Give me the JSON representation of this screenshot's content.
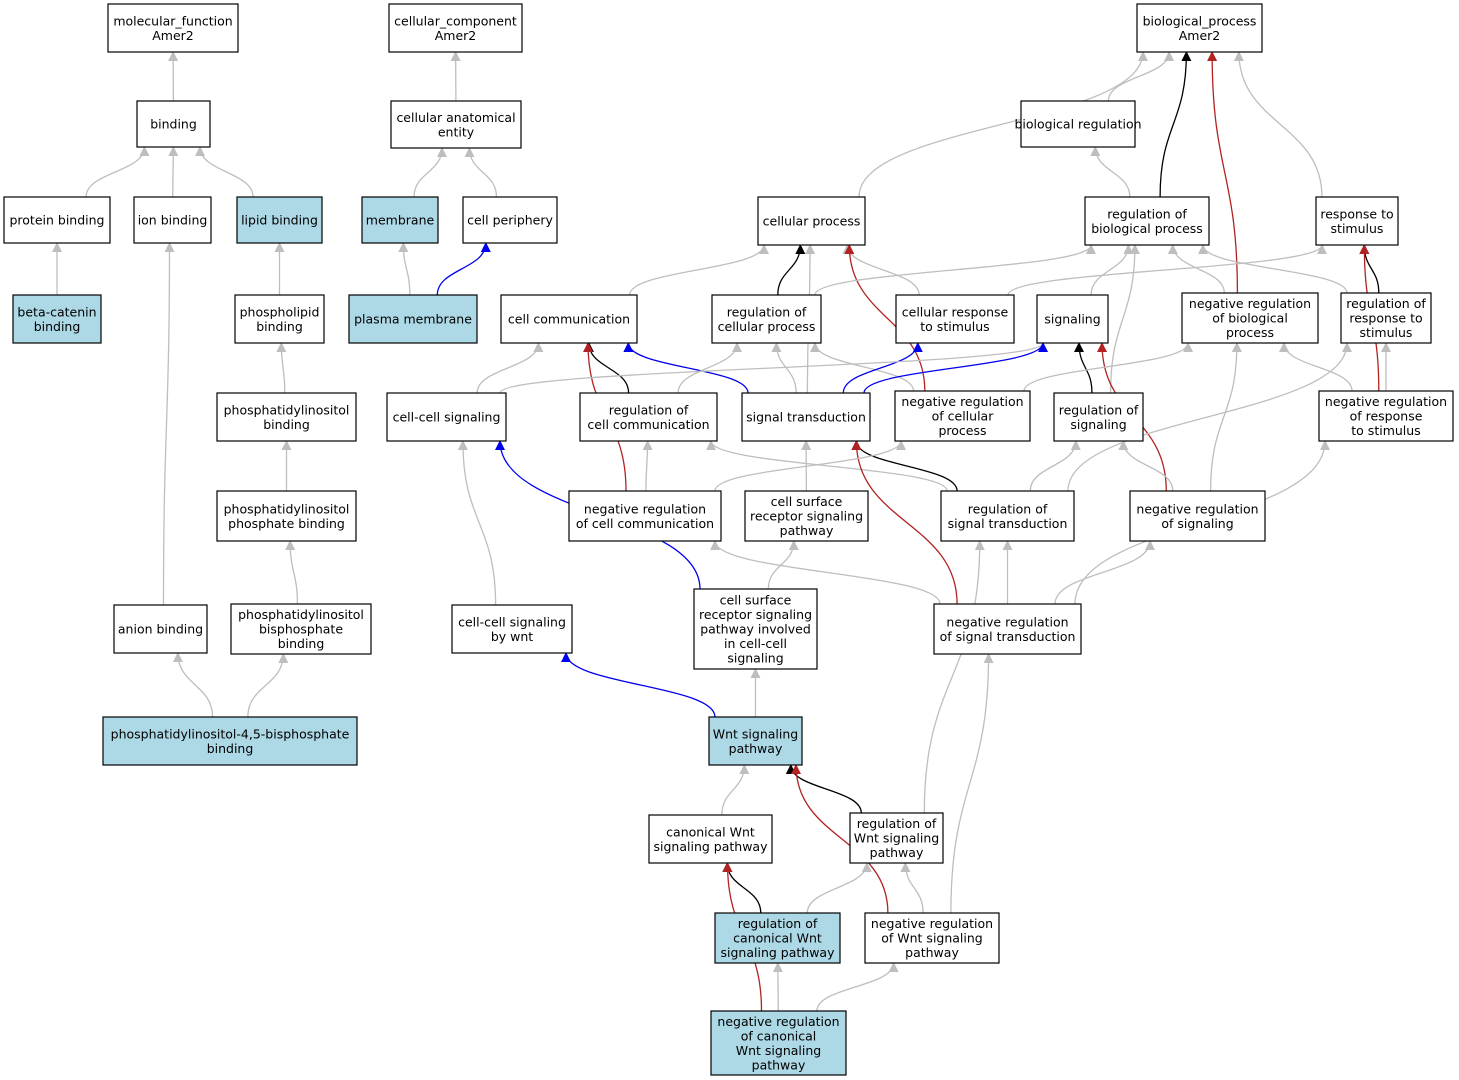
{
  "colors": {
    "highlight": "#add8e6",
    "plain": "#ffffff",
    "edge_is_a": "#bebebe",
    "edge_regulates": "#000000",
    "edge_negatively_regulates": "#b22222",
    "edge_part_of": "#0000ee"
  },
  "nodes": [
    {
      "id": "mf",
      "lines": [
        "molecular_function",
        "Amer2"
      ],
      "highlight": false
    },
    {
      "id": "cc",
      "lines": [
        "cellular_component",
        "Amer2"
      ],
      "highlight": false
    },
    {
      "id": "bp",
      "lines": [
        "biological_process",
        "Amer2"
      ],
      "highlight": false
    },
    {
      "id": "binding",
      "lines": [
        "binding"
      ],
      "highlight": false
    },
    {
      "id": "cae",
      "lines": [
        "cellular anatomical",
        "entity"
      ],
      "highlight": false
    },
    {
      "id": "biolreg",
      "lines": [
        "biological regulation"
      ],
      "highlight": false
    },
    {
      "id": "protbind",
      "lines": [
        "protein binding"
      ],
      "highlight": false
    },
    {
      "id": "ionbind",
      "lines": [
        "ion binding"
      ],
      "highlight": false
    },
    {
      "id": "lipidbind",
      "lines": [
        "lipid binding"
      ],
      "highlight": true
    },
    {
      "id": "membrane",
      "lines": [
        "membrane"
      ],
      "highlight": true
    },
    {
      "id": "cellperiph",
      "lines": [
        "cell periphery"
      ],
      "highlight": false
    },
    {
      "id": "cellproc",
      "lines": [
        "cellular process"
      ],
      "highlight": false
    },
    {
      "id": "regbp",
      "lines": [
        "regulation of",
        "biological process"
      ],
      "highlight": false
    },
    {
      "id": "respstim",
      "lines": [
        "response to",
        "stimulus"
      ],
      "highlight": false
    },
    {
      "id": "betacat",
      "lines": [
        "beta-catenin",
        "binding"
      ],
      "highlight": true
    },
    {
      "id": "phospholipid",
      "lines": [
        "phospholipid",
        "binding"
      ],
      "highlight": false
    },
    {
      "id": "plasmamem",
      "lines": [
        "plasma membrane"
      ],
      "highlight": true
    },
    {
      "id": "cellcomm",
      "lines": [
        "cell communication"
      ],
      "highlight": false
    },
    {
      "id": "regcellproc",
      "lines": [
        "regulation of",
        "cellular process"
      ],
      "highlight": false
    },
    {
      "id": "cellresp",
      "lines": [
        "cellular response",
        "to stimulus"
      ],
      "highlight": false
    },
    {
      "id": "signaling",
      "lines": [
        "signaling"
      ],
      "highlight": false
    },
    {
      "id": "negregbp",
      "lines": [
        "negative regulation",
        "of biological",
        "process"
      ],
      "highlight": false
    },
    {
      "id": "regresp",
      "lines": [
        "regulation of",
        "response to",
        "stimulus"
      ],
      "highlight": false
    },
    {
      "id": "pibind",
      "lines": [
        "phosphatidylinositol",
        "binding"
      ],
      "highlight": false
    },
    {
      "id": "ccsig",
      "lines": [
        "cell-cell signaling"
      ],
      "highlight": false
    },
    {
      "id": "regcellcomm",
      "lines": [
        "regulation of",
        "cell communication"
      ],
      "highlight": false
    },
    {
      "id": "sigtrans",
      "lines": [
        "signal transduction"
      ],
      "highlight": false
    },
    {
      "id": "negregcellproc",
      "lines": [
        "negative regulation",
        "of cellular",
        "process"
      ],
      "highlight": false
    },
    {
      "id": "regsig",
      "lines": [
        "regulation of",
        "signaling"
      ],
      "highlight": false
    },
    {
      "id": "negregresp",
      "lines": [
        "negative regulation",
        "of response",
        "to stimulus"
      ],
      "highlight": false
    },
    {
      "id": "pipbind",
      "lines": [
        "phosphatidylinositol",
        "phosphate binding"
      ],
      "highlight": false
    },
    {
      "id": "negregcellcomm",
      "lines": [
        "negative regulation",
        "of cell communication"
      ],
      "highlight": false
    },
    {
      "id": "csrsp",
      "lines": [
        "cell surface",
        "receptor signaling",
        "pathway"
      ],
      "highlight": false
    },
    {
      "id": "regsigtrans",
      "lines": [
        "regulation of",
        "signal transduction"
      ],
      "highlight": false
    },
    {
      "id": "negregsig",
      "lines": [
        "negative regulation",
        "of signaling"
      ],
      "highlight": false
    },
    {
      "id": "anionbind",
      "lines": [
        "anion binding"
      ],
      "highlight": false
    },
    {
      "id": "pi2pbind",
      "lines": [
        "phosphatidylinositol",
        "bisphosphate",
        "binding"
      ],
      "highlight": false
    },
    {
      "id": "ccsigwnt",
      "lines": [
        "cell-cell signaling",
        "by wnt"
      ],
      "highlight": false
    },
    {
      "id": "csrspcc",
      "lines": [
        "cell surface",
        "receptor signaling",
        "pathway involved",
        "in cell-cell",
        "signaling"
      ],
      "highlight": false
    },
    {
      "id": "negregsigtrans",
      "lines": [
        "negative regulation",
        "of signal transduction"
      ],
      "highlight": false
    },
    {
      "id": "pi45",
      "lines": [
        "phosphatidylinositol-4,5-bisphosphate",
        "binding"
      ],
      "highlight": true
    },
    {
      "id": "wnt",
      "lines": [
        "Wnt signaling",
        "pathway"
      ],
      "highlight": true
    },
    {
      "id": "canwnt",
      "lines": [
        "canonical Wnt",
        "signaling pathway"
      ],
      "highlight": false
    },
    {
      "id": "regwnt",
      "lines": [
        "regulation of",
        "Wnt signaling",
        "pathway"
      ],
      "highlight": false
    },
    {
      "id": "regcanwnt",
      "lines": [
        "regulation of",
        "canonical Wnt",
        "signaling pathway"
      ],
      "highlight": true
    },
    {
      "id": "negregwnt",
      "lines": [
        "negative regulation",
        "of Wnt signaling",
        "pathway"
      ],
      "highlight": false
    },
    {
      "id": "negregcanwnt",
      "lines": [
        "negative regulation",
        "of canonical",
        "Wnt signaling",
        "pathway"
      ],
      "highlight": true
    }
  ],
  "edges": [
    {
      "from": "binding",
      "to": "mf",
      "type": "is_a"
    },
    {
      "from": "protbind",
      "to": "binding",
      "type": "is_a"
    },
    {
      "from": "ionbind",
      "to": "binding",
      "type": "is_a"
    },
    {
      "from": "lipidbind",
      "to": "binding",
      "type": "is_a"
    },
    {
      "from": "betacat",
      "to": "protbind",
      "type": "is_a"
    },
    {
      "from": "phospholipid",
      "to": "lipidbind",
      "type": "is_a"
    },
    {
      "from": "pibind",
      "to": "phospholipid",
      "type": "is_a"
    },
    {
      "from": "pipbind",
      "to": "pibind",
      "type": "is_a"
    },
    {
      "from": "pi2pbind",
      "to": "pipbind",
      "type": "is_a"
    },
    {
      "from": "anionbind",
      "to": "ionbind",
      "type": "is_a"
    },
    {
      "from": "pi45",
      "to": "anionbind",
      "type": "is_a"
    },
    {
      "from": "pi45",
      "to": "pi2pbind",
      "type": "is_a"
    },
    {
      "from": "cae",
      "to": "cc",
      "type": "is_a"
    },
    {
      "from": "membrane",
      "to": "cae",
      "type": "is_a"
    },
    {
      "from": "cellperiph",
      "to": "cae",
      "type": "is_a"
    },
    {
      "from": "plasmamem",
      "to": "membrane",
      "type": "is_a"
    },
    {
      "from": "plasmamem",
      "to": "cellperiph",
      "type": "part_of"
    },
    {
      "from": "cellproc",
      "to": "bp",
      "type": "is_a"
    },
    {
      "from": "biolreg",
      "to": "bp",
      "type": "is_a"
    },
    {
      "from": "regbp",
      "to": "bp",
      "type": "regulates"
    },
    {
      "from": "negregbp",
      "to": "bp",
      "type": "negatively_regulates"
    },
    {
      "from": "respstim",
      "to": "bp",
      "type": "is_a"
    },
    {
      "from": "regbp",
      "to": "biolreg",
      "type": "is_a"
    },
    {
      "from": "cellcomm",
      "to": "cellproc",
      "type": "is_a"
    },
    {
      "from": "regcellproc",
      "to": "cellproc",
      "type": "regulates"
    },
    {
      "from": "cellresp",
      "to": "cellproc",
      "type": "is_a"
    },
    {
      "from": "sigtrans",
      "to": "cellproc",
      "type": "is_a"
    },
    {
      "from": "negregcellproc",
      "to": "cellproc",
      "type": "negatively_regulates"
    },
    {
      "from": "regcellproc",
      "to": "regbp",
      "type": "is_a"
    },
    {
      "from": "signaling",
      "to": "regbp",
      "type": "is_a"
    },
    {
      "from": "negregbp",
      "to": "regbp",
      "type": "is_a"
    },
    {
      "from": "regresp",
      "to": "regbp",
      "type": "is_a"
    },
    {
      "from": "regsig",
      "to": "regbp",
      "type": "is_a"
    },
    {
      "from": "cellresp",
      "to": "respstim",
      "type": "is_a"
    },
    {
      "from": "regresp",
      "to": "respstim",
      "type": "regulates"
    },
    {
      "from": "negregresp",
      "to": "respstim",
      "type": "negatively_regulates"
    },
    {
      "from": "ccsig",
      "to": "cellcomm",
      "type": "is_a"
    },
    {
      "from": "regcellcomm",
      "to": "cellcomm",
      "type": "regulates"
    },
    {
      "from": "negregcellcomm",
      "to": "cellcomm",
      "type": "negatively_regulates"
    },
    {
      "from": "sigtrans",
      "to": "cellcomm",
      "type": "part_of"
    },
    {
      "from": "regcellcomm",
      "to": "regcellproc",
      "type": "is_a"
    },
    {
      "from": "sigtrans",
      "to": "regcellproc",
      "type": "is_a"
    },
    {
      "from": "negregcellproc",
      "to": "regcellproc",
      "type": "is_a"
    },
    {
      "from": "sigtrans",
      "to": "cellresp",
      "type": "part_of"
    },
    {
      "from": "ccsig",
      "to": "signaling",
      "type": "is_a"
    },
    {
      "from": "sigtrans",
      "to": "signaling",
      "type": "part_of"
    },
    {
      "from": "regsig",
      "to": "signaling",
      "type": "regulates"
    },
    {
      "from": "negregsig",
      "to": "signaling",
      "type": "negatively_regulates"
    },
    {
      "from": "negregcellproc",
      "to": "negregbp",
      "type": "is_a"
    },
    {
      "from": "negregsig",
      "to": "negregbp",
      "type": "is_a"
    },
    {
      "from": "negregresp",
      "to": "negregbp",
      "type": "is_a"
    },
    {
      "from": "regsigtrans",
      "to": "regresp",
      "type": "is_a"
    },
    {
      "from": "negregresp",
      "to": "regresp",
      "type": "is_a"
    },
    {
      "from": "regsigtrans",
      "to": "regcellcomm",
      "type": "is_a"
    },
    {
      "from": "negregcellcomm",
      "to": "regcellcomm",
      "type": "is_a"
    },
    {
      "from": "csrsp",
      "to": "sigtrans",
      "type": "is_a"
    },
    {
      "from": "regsigtrans",
      "to": "sigtrans",
      "type": "regulates"
    },
    {
      "from": "negregsigtrans",
      "to": "sigtrans",
      "type": "negatively_regulates"
    },
    {
      "from": "negregcellcomm",
      "to": "negregcellproc",
      "type": "is_a"
    },
    {
      "from": "regsigtrans",
      "to": "regsig",
      "type": "is_a"
    },
    {
      "from": "negregsig",
      "to": "regsig",
      "type": "is_a"
    },
    {
      "from": "negregsigtrans",
      "to": "negregresp",
      "type": "is_a"
    },
    {
      "from": "negregsigtrans",
      "to": "negregcellcomm",
      "type": "is_a"
    },
    {
      "from": "csrspcc",
      "to": "csrsp",
      "type": "is_a"
    },
    {
      "from": "negregsigtrans",
      "to": "regsigtrans",
      "type": "is_a"
    },
    {
      "from": "negregsigtrans",
      "to": "negregsig",
      "type": "is_a"
    },
    {
      "from": "ccsigwnt",
      "to": "ccsig",
      "type": "is_a"
    },
    {
      "from": "csrspcc",
      "to": "ccsig",
      "type": "part_of"
    },
    {
      "from": "wnt",
      "to": "ccsigwnt",
      "type": "part_of"
    },
    {
      "from": "wnt",
      "to": "csrspcc",
      "type": "is_a"
    },
    {
      "from": "canwnt",
      "to": "wnt",
      "type": "is_a"
    },
    {
      "from": "regwnt",
      "to": "wnt",
      "type": "regulates"
    },
    {
      "from": "negregwnt",
      "to": "wnt",
      "type": "negatively_regulates"
    },
    {
      "from": "regwnt",
      "to": "regsigtrans",
      "type": "is_a"
    },
    {
      "from": "regcanwnt",
      "to": "canwnt",
      "type": "regulates"
    },
    {
      "from": "regcanwnt",
      "to": "regwnt",
      "type": "is_a"
    },
    {
      "from": "negregwnt",
      "to": "regwnt",
      "type": "is_a"
    },
    {
      "from": "negregwnt",
      "to": "negregsigtrans",
      "type": "is_a"
    },
    {
      "from": "negregcanwnt",
      "to": "canwnt",
      "type": "negatively_regulates"
    },
    {
      "from": "negregcanwnt",
      "to": "regcanwnt",
      "type": "is_a"
    },
    {
      "from": "negregcanwnt",
      "to": "negregwnt",
      "type": "is_a"
    }
  ]
}
